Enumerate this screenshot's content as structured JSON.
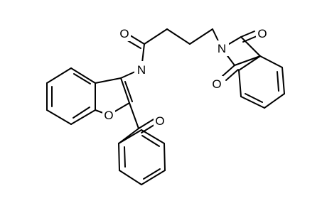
{
  "atoms": {
    "amide_o": "O",
    "amide_n": "N",
    "furan_o": "O",
    "ketone_o": "O",
    "imide_n": "N",
    "imide_o_top": "O",
    "imide_o_bottom": "O"
  }
}
